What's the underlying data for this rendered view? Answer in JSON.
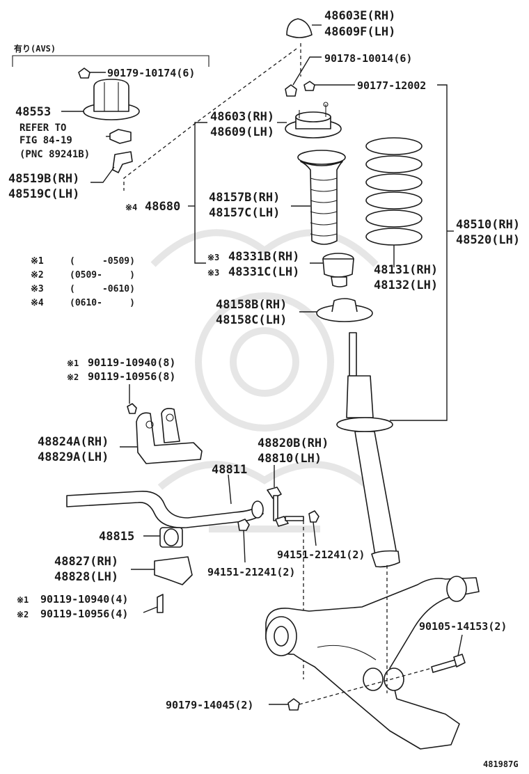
{
  "labels": {
    "avs_header": "有り(AVS)",
    "p_48603e_rh": "48603E(RH)",
    "p_48609f_lh": "48609F(LH)",
    "p_90178": "90178-10014(6)",
    "p_90179_10174": "90179-10174(6)",
    "p_90177": "90177-12002",
    "p_48553": "48553",
    "refer_1": "REFER TO",
    "refer_2": "FIG 84-19",
    "refer_3": "(PNC 89241B)",
    "p_48603_rh": "48603(RH)",
    "p_48609_lh": "48609(LH)",
    "p_48519b_rh": "48519B(RH)",
    "p_48519c_lh": "48519C(LH)",
    "p_48680_mark": "※4",
    "p_48680": "48680",
    "p_48157b_rh": "48157B(RH)",
    "p_48157c_lh": "48157C(LH)",
    "p_48510_rh": "48510(RH)",
    "p_48520_lh": "48520(LH)",
    "p_48331b_mark": "※3",
    "p_48331b_rh": "48331B(RH)",
    "p_48331c_mark": "※3",
    "p_48331c_lh": "48331C(LH)",
    "p_48131_rh": "48131(RH)",
    "p_48132_lh": "48132(LH)",
    "p_48158b_rh": "48158B(RH)",
    "p_48158c_lh": "48158C(LH)",
    "p_90119_10940_8_mark": "※1",
    "p_90119_10940_8": "90119-10940(8)",
    "p_90119_10956_8_mark": "※2",
    "p_90119_10956_8": "90119-10956(8)",
    "p_48824a_rh": "48824A(RH)",
    "p_48829a_lh": "48829A(LH)",
    "p_48820b_rh": "48820B(RH)",
    "p_48810_lh": "48810(LH)",
    "p_48811": "48811",
    "p_48815": "48815",
    "p_94151_a": "94151-21241(2)",
    "p_94151_b": "94151-21241(2)",
    "p_48827_rh": "48827(RH)",
    "p_48828_lh": "48828(LH)",
    "p_90119_10940_4_mark": "※1",
    "p_90119_10940_4": "90119-10940(4)",
    "p_90119_10956_4_mark": "※2",
    "p_90119_10956_4": "90119-10956(4)",
    "p_90105": "90105-14153(2)",
    "p_90179_14045": "90179-14045(2)",
    "figure_id": "481987G"
  },
  "legend": [
    {
      "mark": "※1",
      "range": "(     -0509)"
    },
    {
      "mark": "※2",
      "range": "(0509-     )"
    },
    {
      "mark": "※3",
      "range": "(     -0610)"
    },
    {
      "mark": "※4",
      "range": "(0610-     )"
    }
  ]
}
